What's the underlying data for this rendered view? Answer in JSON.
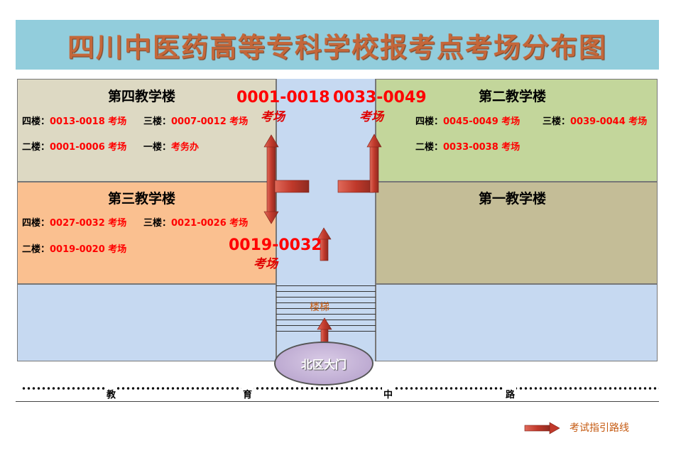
{
  "title": "四川中医药高等专科学校报考点考场分布图",
  "buildings": {
    "b4": {
      "name": "第四教学楼",
      "floors": [
        {
          "floor": "四楼：",
          "rooms": "0013-0018 考场"
        },
        {
          "floor": "三楼：",
          "rooms": "0007-0012 考场"
        },
        {
          "floor": "二楼：",
          "rooms": "0001-0006 考场"
        },
        {
          "floor": "一楼：",
          "rooms": "考务办"
        }
      ]
    },
    "b3": {
      "name": "第三教学楼",
      "floors": [
        {
          "floor": "四楼：",
          "rooms": "0027-0032 考场"
        },
        {
          "floor": "三楼：",
          "rooms": "0021-0026 考场"
        },
        {
          "floor": "二楼：",
          "rooms": "0019-0020 考场"
        }
      ]
    },
    "b2": {
      "name": "第二教学楼",
      "floors": [
        {
          "floor": "四楼：",
          "rooms": "0045-0049 考场"
        },
        {
          "floor": "三楼：",
          "rooms": "0039-0044 考场"
        },
        {
          "floor": "二楼：",
          "rooms": "0033-0038 考场"
        }
      ]
    },
    "b1": {
      "name": "第一教学楼"
    }
  },
  "route_labels": [
    {
      "range": "0001-0018",
      "hall": "考场"
    },
    {
      "range": "0033-0049",
      "hall": "考场"
    },
    {
      "range": "0019-0032",
      "hall": "考场"
    }
  ],
  "stairs_label": "楼梯",
  "gate_label": "北区大门",
  "street_chars": [
    "教",
    "育",
    "中",
    "路"
  ],
  "legend": {
    "label": "考试指引路线",
    "icon": "red-arrow-icon"
  },
  "colors": {
    "title_bg": "#92cddc",
    "title_text": "#c4673a",
    "building4": "#ddd9c3",
    "building3": "#fac090",
    "building2": "#c3d69b",
    "building1": "#c4bd97",
    "road": "#c6d9f1",
    "route_arrow": "#c0392b",
    "highlight_text": "#ff0000"
  }
}
